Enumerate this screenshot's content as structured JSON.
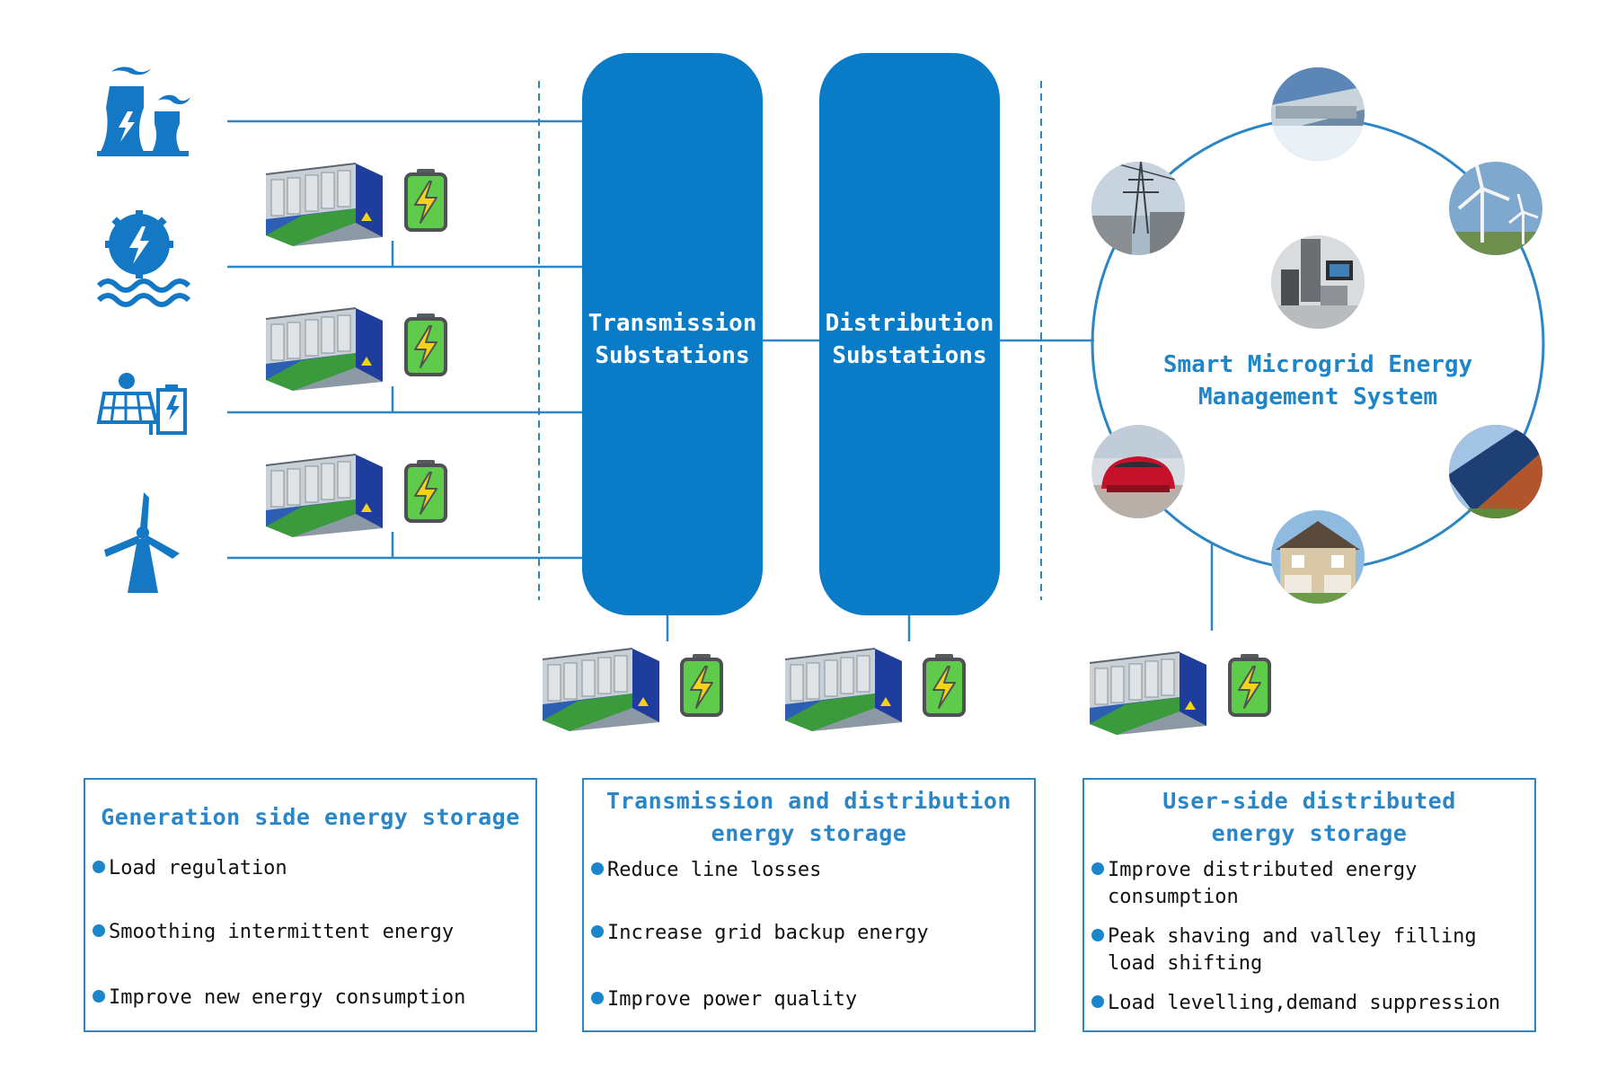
{
  "substations": {
    "transmission": [
      "Transmission",
      "Substations"
    ],
    "distribution": [
      "Distribution",
      "Substations"
    ]
  },
  "microgrid": {
    "title": [
      "Smart Microgrid Energy",
      "Management System"
    ]
  },
  "icons": {
    "sources": [
      "power-plant-icon",
      "hydro-power-icon",
      "solar-battery-icon",
      "wind-turbine-icon"
    ],
    "storage": [
      "battery-container-icon",
      "battery-charge-icon"
    ],
    "ring": [
      "hydro-dam-photo",
      "wind-turbine-photo",
      "solar-roof-photo",
      "house-photo",
      "electric-car-photo",
      "power-tower-photo",
      "home-appliances-photo"
    ]
  },
  "boxes": [
    {
      "title": "Generation side energy storage",
      "items": [
        "Load regulation",
        "Smoothing intermittent energy",
        "Improve new energy consumption"
      ]
    },
    {
      "title_lines": [
        "Transmission and distribution",
        "energy storage"
      ],
      "items": [
        "Reduce line losses",
        "Increase grid backup energy",
        "Improve power quality"
      ]
    },
    {
      "title_lines": [
        "User-side distributed",
        "energy storage"
      ],
      "items": [
        [
          "Improve distributed energy",
          "consumption"
        ],
        [
          "Peak shaving and valley filling",
          "load shifting"
        ],
        [
          "Load levelling,demand suppression"
        ]
      ]
    }
  ],
  "colors": {
    "primary": "#0a7bc6",
    "line": "#2b86c6",
    "battery_fill": "#5ecb4a",
    "bolt": "#f5d21a"
  }
}
